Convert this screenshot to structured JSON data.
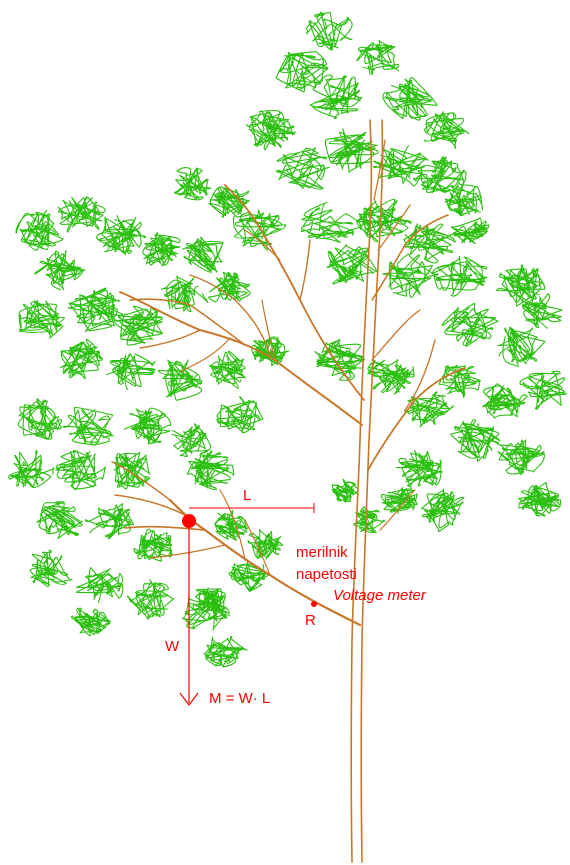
{
  "diagram": {
    "colors": {
      "foliage": "#2bbf10",
      "branch": "#c8772a",
      "annotation": "#ff0000",
      "background": "#ffffff"
    },
    "labels": {
      "lever_arm": "L",
      "weight": "W",
      "moment": "M = W· L",
      "sensor": "R",
      "meter_line1": "merilnik",
      "meter_line2": "napetosti",
      "meter_en": "Voltage meter"
    },
    "icons": {
      "weight_arrow": "down-arrow-icon",
      "load_point": "filled-circle-icon",
      "sensor_point": "small-dot-icon"
    }
  }
}
